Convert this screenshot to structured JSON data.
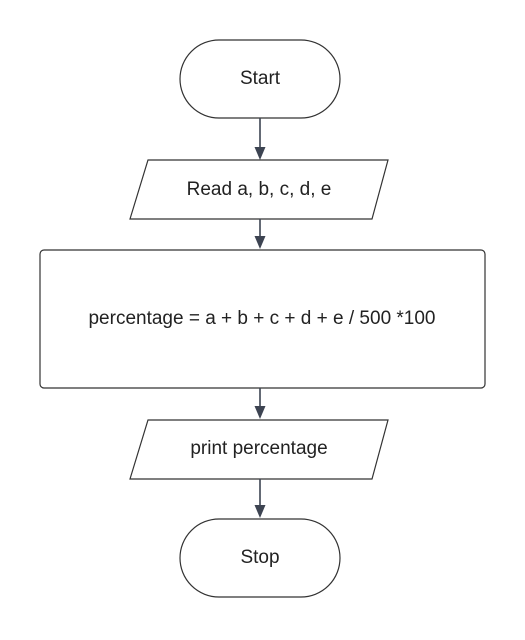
{
  "flowchart": {
    "nodes": [
      {
        "id": "start",
        "shape": "terminator",
        "label": "Start"
      },
      {
        "id": "read",
        "shape": "parallelogram",
        "label": "Read a, b, c, d, e"
      },
      {
        "id": "compute",
        "shape": "rectangle",
        "label": "percentage = a + b + c + d + e / 500 *100"
      },
      {
        "id": "print",
        "shape": "parallelogram",
        "label": "print percentage"
      },
      {
        "id": "stop",
        "shape": "terminator",
        "label": "Stop"
      }
    ],
    "edges": [
      {
        "from": "start",
        "to": "read"
      },
      {
        "from": "read",
        "to": "compute"
      },
      {
        "from": "compute",
        "to": "print"
      },
      {
        "from": "print",
        "to": "stop"
      }
    ],
    "colors": {
      "stroke": "#333333",
      "connector": "#3d4452",
      "text": "#222222",
      "fill": "#ffffff"
    }
  }
}
